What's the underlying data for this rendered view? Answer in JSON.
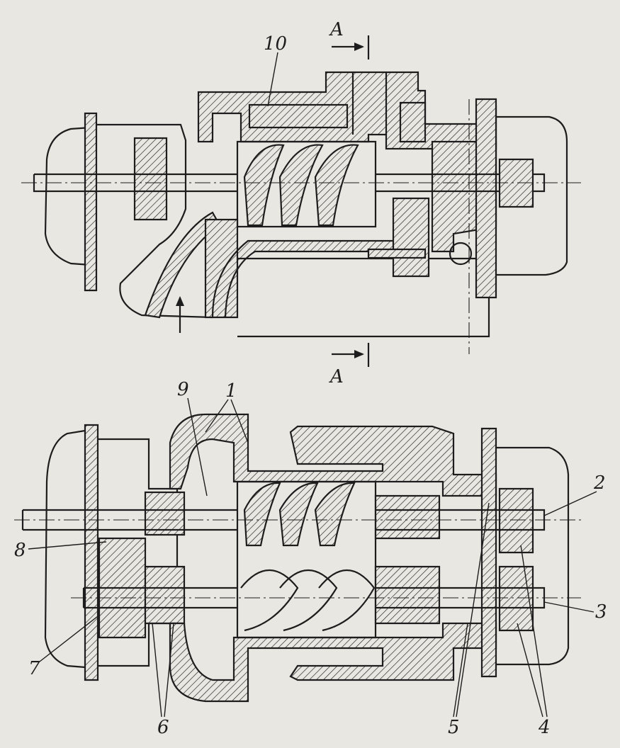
{
  "labels": {
    "l1": "1",
    "l2": "2",
    "l3": "3",
    "l4": "4",
    "l5": "5",
    "l6": "6",
    "l7": "7",
    "l8": "8",
    "l9": "9",
    "l10": "10",
    "sec_top": "A",
    "sec_bottom": "A"
  },
  "colors": {
    "paper": "#e9e7e1",
    "ink": "#1d1d1d"
  }
}
